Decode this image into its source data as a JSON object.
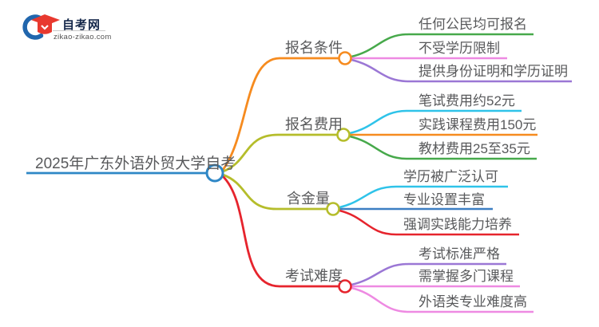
{
  "logo": {
    "site_name": "自考网",
    "site_url": "zikao-zikao.com",
    "icon": "graduation-cap-icon",
    "colors": {
      "crescent": "#2166ad",
      "cap": "#e8392f",
      "title": "#15284b",
      "url": "#555555"
    }
  },
  "text_color": "#58595b",
  "background": "#ffffff",
  "root": {
    "label": "2025年广东外语外贸大学自考",
    "color": "#2e87c6"
  },
  "branches": [
    {
      "label": "报名条件",
      "color": "#f68b1f",
      "children": [
        {
          "label": "任何公民均可报名",
          "color": "#47a94b"
        },
        {
          "label": "不受学历限制",
          "color": "#ee8ae2"
        },
        {
          "label": "提供身份证明和学历证明",
          "color": "#9b77d5"
        }
      ]
    },
    {
      "label": "报名费用",
      "color": "#b5bd2b",
      "children": [
        {
          "label": "笔试费用约52元",
          "color": "#2fc3e9"
        },
        {
          "label": "实践课程费用150元",
          "color": "#f68b1f"
        },
        {
          "label": "教材费用25至35元",
          "color": "#47a94b"
        }
      ]
    },
    {
      "label": "含金量",
      "color": "#b5bd2b",
      "children": [
        {
          "label": "学历被广泛认可",
          "color": "#2fc3e9"
        },
        {
          "label": "专业设置丰富",
          "color": "#3c7ec2"
        },
        {
          "label": "强调实践能力培养",
          "color": "#e6242d"
        }
      ]
    },
    {
      "label": "考试难度",
      "color": "#e6242d",
      "children": [
        {
          "label": "考试标准严格",
          "color": "#9b77d5"
        },
        {
          "label": "需掌握多门课程",
          "color": "#ee8ae2"
        },
        {
          "label": "外语类专业难度高",
          "color": "#ee8ae2"
        }
      ]
    }
  ]
}
